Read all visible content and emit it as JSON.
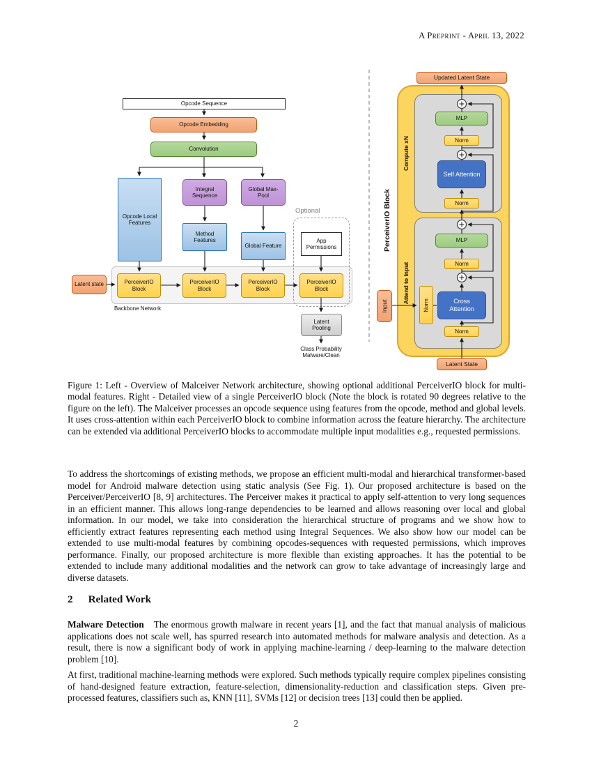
{
  "header": {
    "running_title": "A Preprint - April 13, 2022"
  },
  "palette": {
    "salmon": "#F2A372",
    "green": "#9CCB80",
    "purple": "#BE93D6",
    "feature_blue": "#9CC2E5",
    "attention_blue": "#4472C4",
    "gold": "#FFD24D",
    "container_gold": "#FBD55E",
    "container_gray": "#D9D9D9"
  },
  "figure": {
    "left": {
      "opcode_sequence": "Opcode Sequence",
      "opcode_embedding": "Opcode Embedding",
      "convolution": "Convolution",
      "opcode_local_features": "Opcode Local Features",
      "integral_sequence": "Integral Sequence",
      "global_max_pool": "Global Max-Pool",
      "method_features": "Method Features",
      "global_feature": "Global Feature",
      "latent_state": "Latent state",
      "perceiver_block": "PerceiverIO Block",
      "backbone_label": "Backbone Network",
      "optional_label": "Optional",
      "app_permissions": "App Permissions",
      "latent_pooling": "Latent Pooling",
      "class_probability_line1": "Class Probability",
      "class_probability_line2": "Malware/Clean"
    },
    "right": {
      "side_label": "PerceiverIO Block",
      "updated_latent_state": "Updated Latent State",
      "compute_label": "Compute xN",
      "attend_label": "Attend to Input",
      "mlp": "MLP",
      "norm": "Norm",
      "self_attention": "Self Attention",
      "cross_attention": "Cross Attention",
      "input_label": "Input",
      "latent_state": "Latent State"
    }
  },
  "caption": "Figure 1: Left - Overview of Malceiver Network architecture, showing optional additional PerceiverIO block for multi-modal features. Right - Detailed view of a single PerceiverIO block (Note the block is rotated 90 degrees relative to the figure on the left). The Malceiver processes an opcode sequence using features from the opcode, method and global levels. It uses cross-attention within each PerceiverIO block to combine information across the feature hierarchy. The architecture can be extended via additional PerceiverIO blocks to accommodate multiple input modalities e.g., requested permissions.",
  "body": {
    "intro": "To address the shortcomings of existing methods, we propose an efficient multi-modal and hierarchical transformer-based model for Android malware detection using static analysis (See Fig. 1). Our proposed architecture is based on the Perceiver/PerceiverIO [8, 9] architectures. The Perceiver makes it practical to apply self-attention to very long sequences in an efficient manner. This allows long-range dependencies to be learned and allows reasoning over local and global information. In our model, we take into consideration the hierarchical structure of programs and we show how to efficiently extract features representing each method using Integral Sequences. We also show how our model can be extended to use multi-modal features by combining opcodes-sequences with requested permissions, which improves performance. Finally, our proposed architecture is more flexible than existing approaches. It has the potential to be extended to include many additional modalities and the network can grow to take advantage of increasingly large and diverse datasets.",
    "section_number": "2",
    "section_title": "Related Work",
    "malware_label": "Malware Detection",
    "malware_text": "The enormous growth malware in recent years [1], and the fact that manual analysis of malicious applications does not scale well, has spurred research into automated methods for malware analysis and detection. As a result, there is now a significant body of work in applying machine-learning / deep-learning to the malware detection problem [10].",
    "ml_text": "At first, traditional machine-learning methods were explored. Such methods typically require complex pipelines consisting of hand-designed feature extraction, feature-selection, dimensionality-reduction and classification steps. Given pre-processed features, classifiers such as, KNN [11], SVMs [12] or decision trees [13] could then be applied."
  },
  "footer": {
    "page_number": "2"
  }
}
